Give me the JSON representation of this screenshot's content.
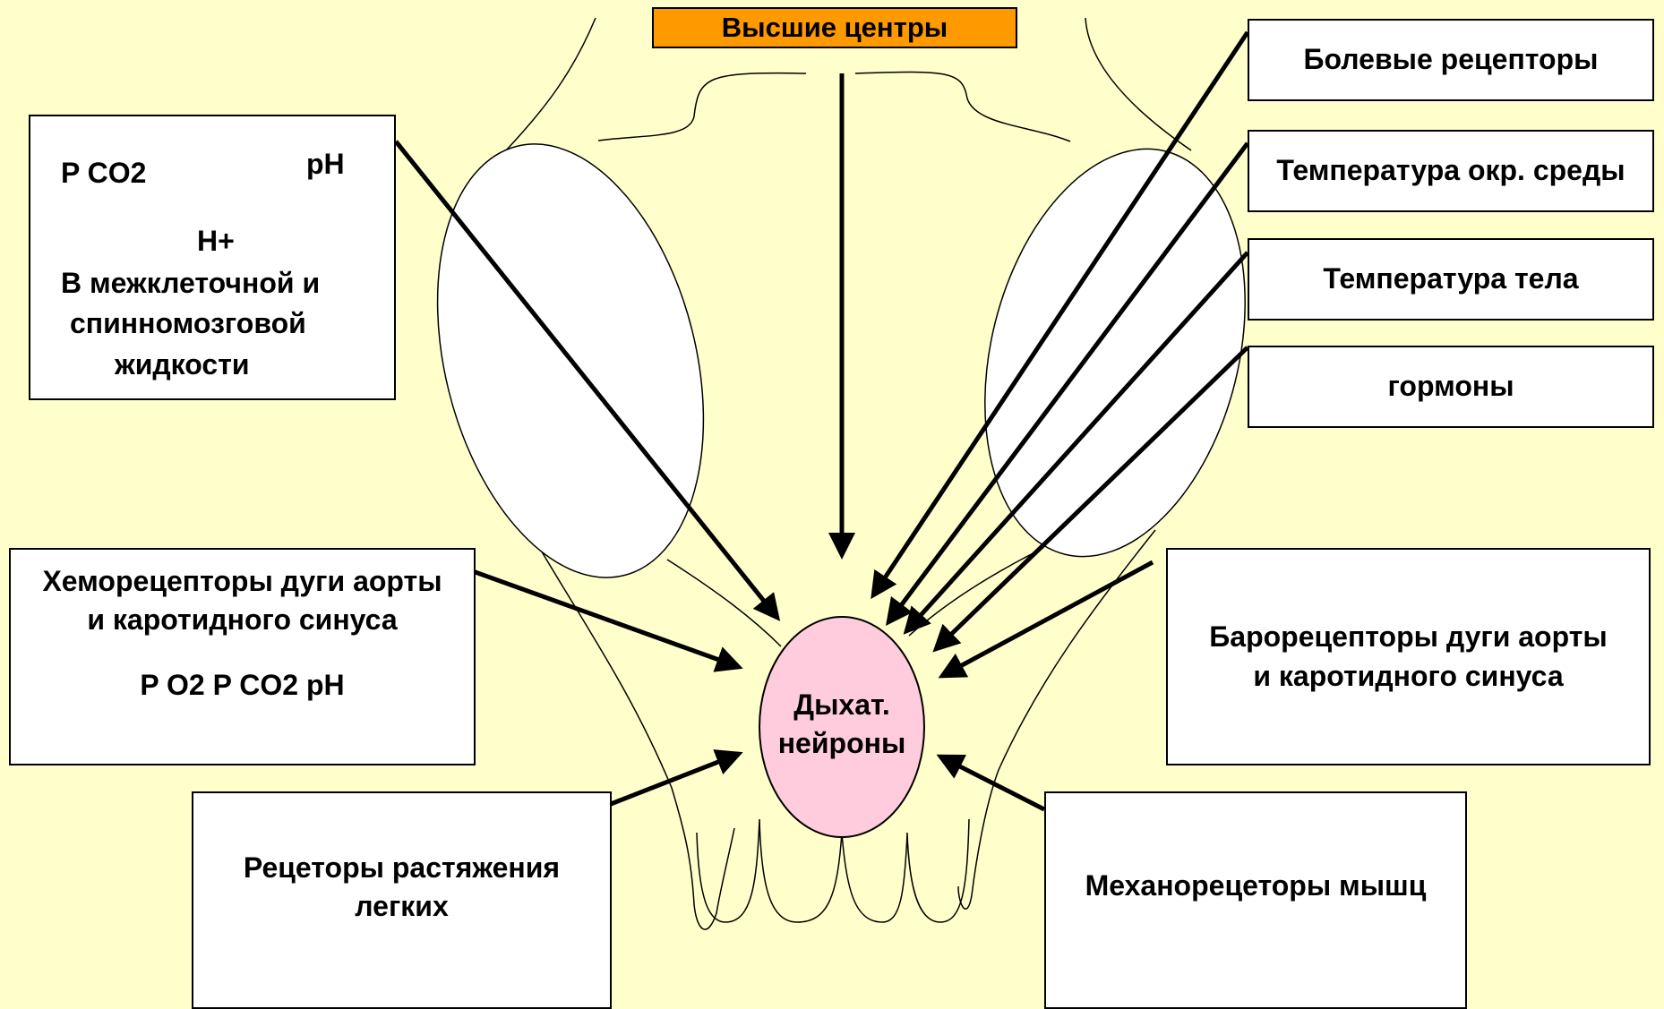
{
  "top_center": "Высшие центры",
  "neurons": [
    "Дыхат.",
    "нейроны"
  ],
  "ph_box": {
    "pco2": "P CO2",
    "ph": "pH",
    "h": "H+",
    "lines": [
      "В межклеточной и",
      "спинномозговой",
      "жидкости"
    ]
  },
  "right_boxes": [
    "Болевые рецепторы",
    "Температура окр. среды",
    "Температура тела",
    "гормоны"
  ],
  "chemo_box": {
    "lines": [
      "Хеморецепторы дуги аорты",
      "и каротидного синуса"
    ],
    "params": "P O2  P CO2  pH"
  },
  "baro_box": [
    "Барорецепторы дуги аорты",
    "и каротидного синуса"
  ],
  "stretch_box": [
    "Рецеторы растяжения",
    "легких"
  ],
  "mechano_box": "Механорецеторы мышц",
  "colors": {
    "background": "#ffffcc",
    "top_box": "#ff9900",
    "neurons": "#ffccdd"
  }
}
